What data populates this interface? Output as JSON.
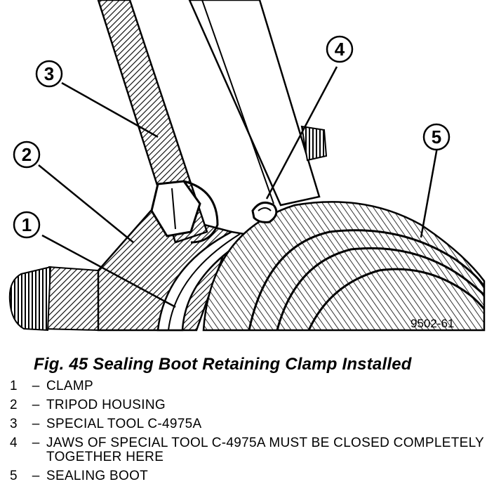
{
  "figure": {
    "image_code": "9502-61",
    "callouts": [
      "1",
      "2",
      "3",
      "4",
      "5"
    ]
  },
  "caption": "Fig. 45 Sealing Boot Retaining Clamp Installed",
  "legend": [
    {
      "num": "1",
      "dash": "–",
      "text": "CLAMP"
    },
    {
      "num": "2",
      "dash": "–",
      "text": "TRIPOD HOUSING"
    },
    {
      "num": "3",
      "dash": "–",
      "text": "SPECIAL TOOL C-4975A"
    },
    {
      "num": "4",
      "dash": "–",
      "text": "JAWS OF SPECIAL TOOL C-4975A MUST BE CLOSED COMPLETELY TOGETHER HERE"
    },
    {
      "num": "5",
      "dash": "–",
      "text": "SEALING BOOT"
    }
  ]
}
